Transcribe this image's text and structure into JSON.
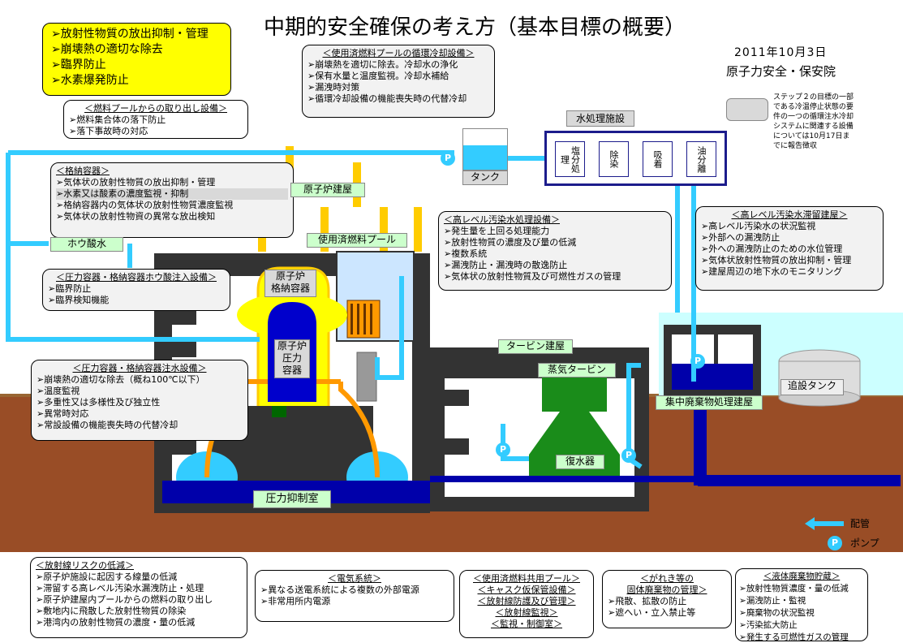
{
  "title": "中期的安全確保の考え方（基本目標の概要）",
  "date": "2011年10月3日",
  "organization": "原子力安全・保安院",
  "legend_note": "ステップ２の目標の一部である冷温停止状態の要件の一つの循環注水冷却システムに関連する設備については10月17日までに報告徴収",
  "legend": {
    "pipe_label": "配管",
    "pump_label": "ポンプ",
    "pump_symbol": "P"
  },
  "colors": {
    "pipe": "#33ccff",
    "goal_box": "#ffff00",
    "containment": "#0000cc",
    "turbine": "#1a8c1a",
    "water": "#0000aa",
    "ground": "#994d26",
    "orange_pipe": "#ff9900"
  },
  "goals": [
    "放射性物質の放出抑制・管理",
    "崩壊熱の適切な除去",
    "臨界防止",
    "水素爆発防止"
  ],
  "boxes": {
    "spent_pool_cooling": {
      "title": "＜使用済燃料プールの循環冷却設備＞",
      "items": [
        "崩壊熱を適切に除去。冷却水の浄化",
        "保有水量と温度監視。冷却水補給",
        "漏洩時対策",
        "循環冷却設備の機能喪失時の代替冷却"
      ]
    },
    "fuel_removal": {
      "title": "＜燃料プールからの取り出し設備＞",
      "items": [
        "燃料集合体の落下防止",
        "落下事故時の対応"
      ]
    },
    "containment": {
      "title": "＜格納容器＞",
      "items": [
        "気体状の放射性物質の放出抑制・管理",
        "水素又は酸素の濃度監視・抑制",
        "格納容器内の気体状の放射性物質濃度監視",
        "気体状の放射性物資の異常な放出検知"
      ]
    },
    "boric_acid": {
      "title": "＜圧力容器・格納容器ホウ酸注入設備＞",
      "items": [
        "臨界防止",
        "臨界検知機能"
      ]
    },
    "water_injection": {
      "title": "＜圧力容器・格納容器注水設備＞",
      "items": [
        "崩壊熱の適切な除去（概ね100℃以下）",
        "温度監視",
        "多重性又は多様性及び独立性",
        "異常時対応",
        "常設設備の機能喪失時の代替冷却"
      ]
    },
    "high_level_treatment": {
      "title": "＜高レベル汚染水処理設備＞",
      "items": [
        "発生量を上回る処理能力",
        "放射性物質の濃度及び量の低減",
        "複数系統",
        "漏洩防止・漏洩時の散逸防止",
        "気体状の放射性物質及び可燃性ガスの管理"
      ]
    },
    "high_level_storage": {
      "title": "＜高レベル汚染水滞留建屋＞",
      "items": [
        "高レベル汚染水の状況監視",
        "外部への漏洩防止",
        "外への漏洩防止のための水位管理",
        "気体状放射性物質の放出抑制・管理",
        "建屋周辺の地下水のモニタリング"
      ]
    },
    "radiation_risk": {
      "title": "＜放射線リスクの低減＞",
      "items": [
        "原子炉施設に起因する線量の低減",
        "滞留する高レベル汚染水漏洩防止・処理",
        "原子炉建屋内プールからの燃料の取り出し",
        "敷地内に飛散した放射性物質の除染",
        "港湾内の放射性物質の濃度・量の低減"
      ]
    },
    "electrical": {
      "title": "＜電気系統＞",
      "items": [
        "異なる送電系統による複数の外部電源",
        "非常用所内電源"
      ]
    },
    "common_pool": {
      "lines": [
        "＜使用済燃料共用プール＞",
        "＜キャスク仮保管設備＞",
        "＜放射線防護及び管理＞",
        "＜放射線監視＞",
        "＜監視・制御室＞"
      ]
    },
    "rubble": {
      "title_lines": [
        "＜がれき等の",
        "固体廃棄物の管理＞"
      ],
      "items": [
        "飛散、拡散の防止",
        "遮へい・立入禁止等"
      ]
    },
    "liquid_waste": {
      "title": "＜液体廃棄物貯蔵＞",
      "items": [
        "放射性物質濃度・量の低減",
        "漏洩防止・監視",
        "廃棄物の状況監視",
        "汚染拡大防止",
        "発生する可燃性ガスの管理"
      ]
    }
  },
  "labels": {
    "tank": "タンク",
    "water_treatment": "水処理施設",
    "wt_units": [
      "塩分処理",
      "除染",
      "吸着",
      "油分離"
    ],
    "reactor_building": "原子炉建屋",
    "spent_fuel_pool": "使用済燃料プール",
    "boric_acid": "ホウ酸水",
    "reactor_containment": "原子炉\n格納容器",
    "reactor_pressure": "原子炉\n圧力\n容器",
    "turbine_building": "タービン建屋",
    "steam_turbine": "蒸気タービン",
    "condenser": "復水器",
    "suppression": "圧力抑制室",
    "waste_building": "集中廃棄物処理建屋",
    "additional_tank": "追設タンク"
  }
}
